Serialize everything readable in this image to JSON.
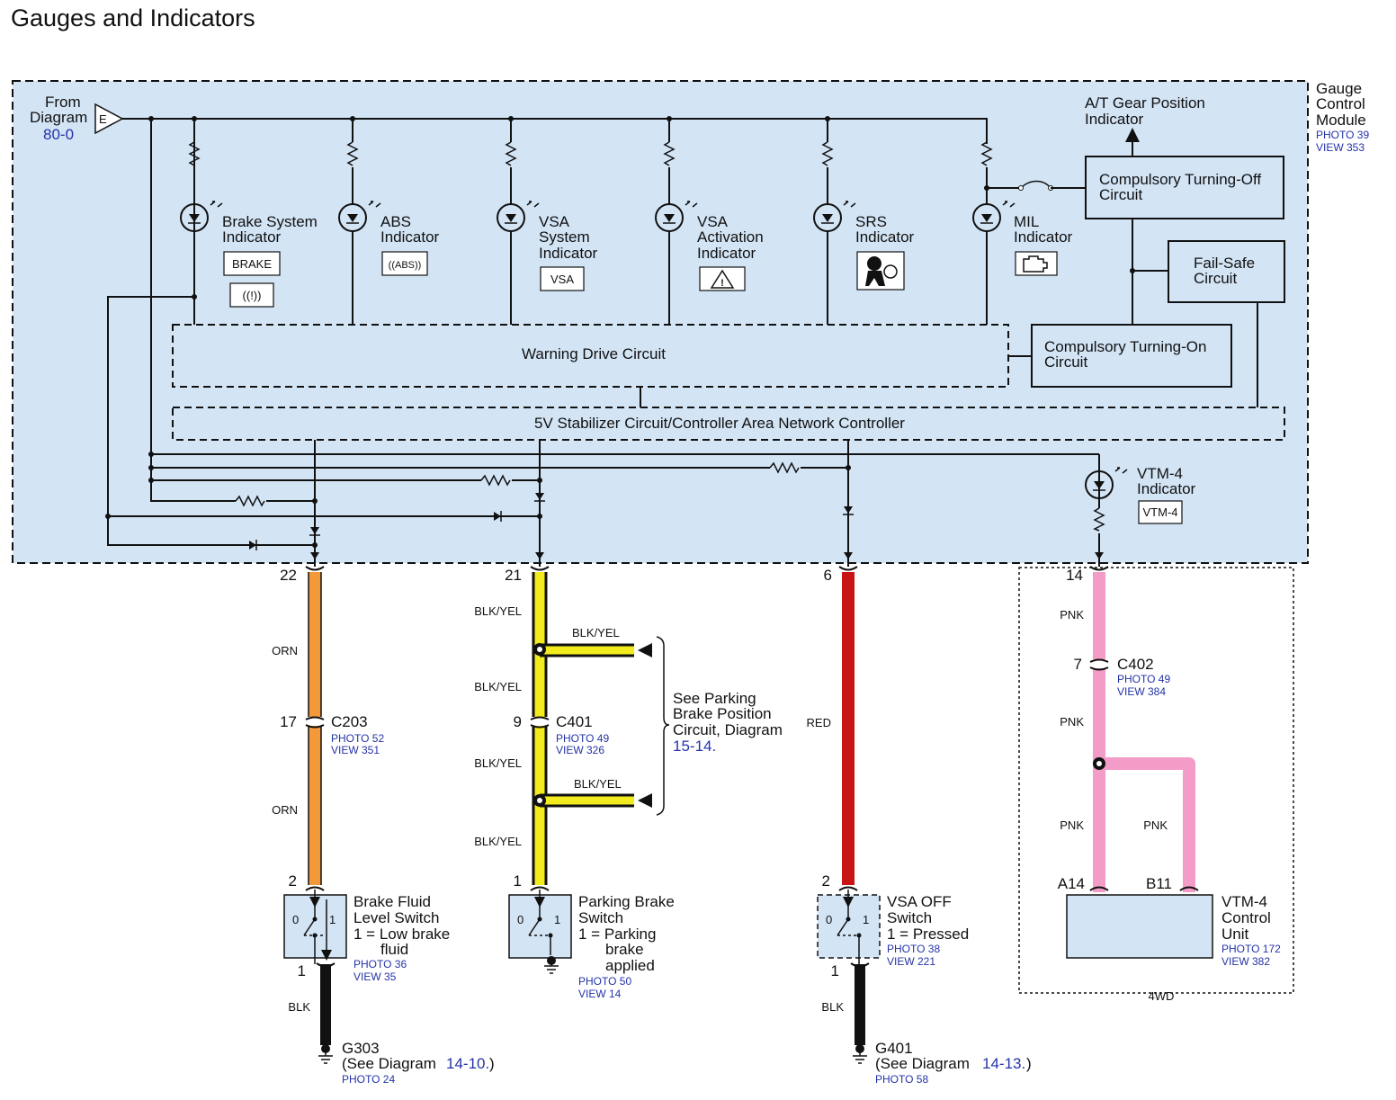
{
  "title": "Gauges and Indicators",
  "module": {
    "name": [
      "Gauge",
      "Control",
      "Module"
    ],
    "photo": "PHOTO 39",
    "view": "VIEW 353",
    "from_diagram": [
      "From",
      "Diagram"
    ],
    "from_ref": "80-0",
    "connector_letter": "E"
  },
  "indicators": [
    {
      "label": [
        "Brake System",
        "Indicator"
      ],
      "badges": [
        "BRAKE",
        "((!))"
      ]
    },
    {
      "label": [
        "ABS",
        "Indicator"
      ],
      "badges": [
        "((ABS))"
      ]
    },
    {
      "label": [
        "VSA",
        "System",
        "Indicator"
      ],
      "badges": [
        "VSA"
      ]
    },
    {
      "label": [
        "VSA",
        "Activation",
        "Indicator"
      ],
      "badges": [
        "⚠"
      ]
    },
    {
      "label": [
        "SRS",
        "Indicator"
      ],
      "badges": []
    },
    {
      "label": [
        "MIL",
        "Indicator"
      ],
      "badges": []
    }
  ],
  "vtm_indicator": {
    "label": [
      "VTM-4",
      "Indicator"
    ],
    "badge": "VTM-4"
  },
  "circuits": {
    "at_gear": [
      "A/T Gear Position",
      "Indicator"
    ],
    "turn_off": [
      "Compulsory Turning-Off",
      "Circuit"
    ],
    "fail_safe": [
      "Fail-Safe",
      "Circuit"
    ],
    "turn_on": [
      "Compulsory Turning-On",
      "Circuit"
    ],
    "warning_drive": "Warning Drive Circuit",
    "stabilizer": "5V Stabilizer Circuit/Controller Area Network Controller"
  },
  "pins": {
    "p22": "22",
    "p21": "21",
    "p6": "6",
    "p14": "14"
  },
  "wires": {
    "orn": "ORN",
    "blkyel": "BLK/YEL",
    "red": "RED",
    "pnk": "PNK",
    "blk": "BLK"
  },
  "connectors": {
    "c203": {
      "name": "C203",
      "pin": "17",
      "photo": "PHOTO 52",
      "view": "VIEW 351"
    },
    "c401": {
      "name": "C401",
      "pin": "9",
      "photo": "PHOTO 49",
      "view": "VIEW 326"
    },
    "c402": {
      "name": "C402",
      "pin": "7",
      "photo": "PHOTO 49",
      "view": "VIEW 384"
    }
  },
  "parking_ref": {
    "lines": [
      "See Parking",
      "Brake Position",
      "Circuit, Diagram"
    ],
    "ref": "15-14."
  },
  "brake_fluid": {
    "label": [
      "Brake Fluid",
      "Level Switch",
      "1 = Low brake",
      "fluid"
    ],
    "photo": "PHOTO 36",
    "view": "VIEW 35",
    "pin_top": "2",
    "pin_bottom": "1",
    "pos0": "0",
    "pos1": "1"
  },
  "parking_brake": {
    "label": [
      "Parking Brake",
      "Switch",
      "1 = Parking",
      "brake",
      "applied"
    ],
    "photo": "PHOTO 50",
    "view": "VIEW 14",
    "pin_top": "1",
    "pos0": "0",
    "pos1": "1"
  },
  "vsa_off": {
    "label": [
      "VSA OFF",
      "Switch",
      "1 = Pressed"
    ],
    "photo": "PHOTO 38",
    "view": "VIEW 221",
    "pin_top": "2",
    "pin_bottom": "1",
    "pos0": "0",
    "pos1": "1"
  },
  "vtm_unit": {
    "label": [
      "VTM-4",
      "Control",
      "Unit"
    ],
    "photo": "PHOTO 172",
    "view": "VIEW 382",
    "pin_a": "A14",
    "pin_b": "B11",
    "group": "4WD"
  },
  "grounds": {
    "g303": {
      "name": "G303",
      "see": "(See Diagram",
      "ref": "14-10.",
      "close": ")",
      "photo": "PHOTO 24"
    },
    "g401": {
      "name": "G401",
      "see": "(See Diagram",
      "ref": "14-13.",
      "close": ")",
      "photo": "PHOTO 58"
    }
  },
  "colors": {
    "module_fill": "#d3e4f5",
    "orn": "#f4993a",
    "yel": "#f2ec1e",
    "red": "#c81414",
    "pnk": "#f49cc8",
    "blk": "#111111"
  }
}
